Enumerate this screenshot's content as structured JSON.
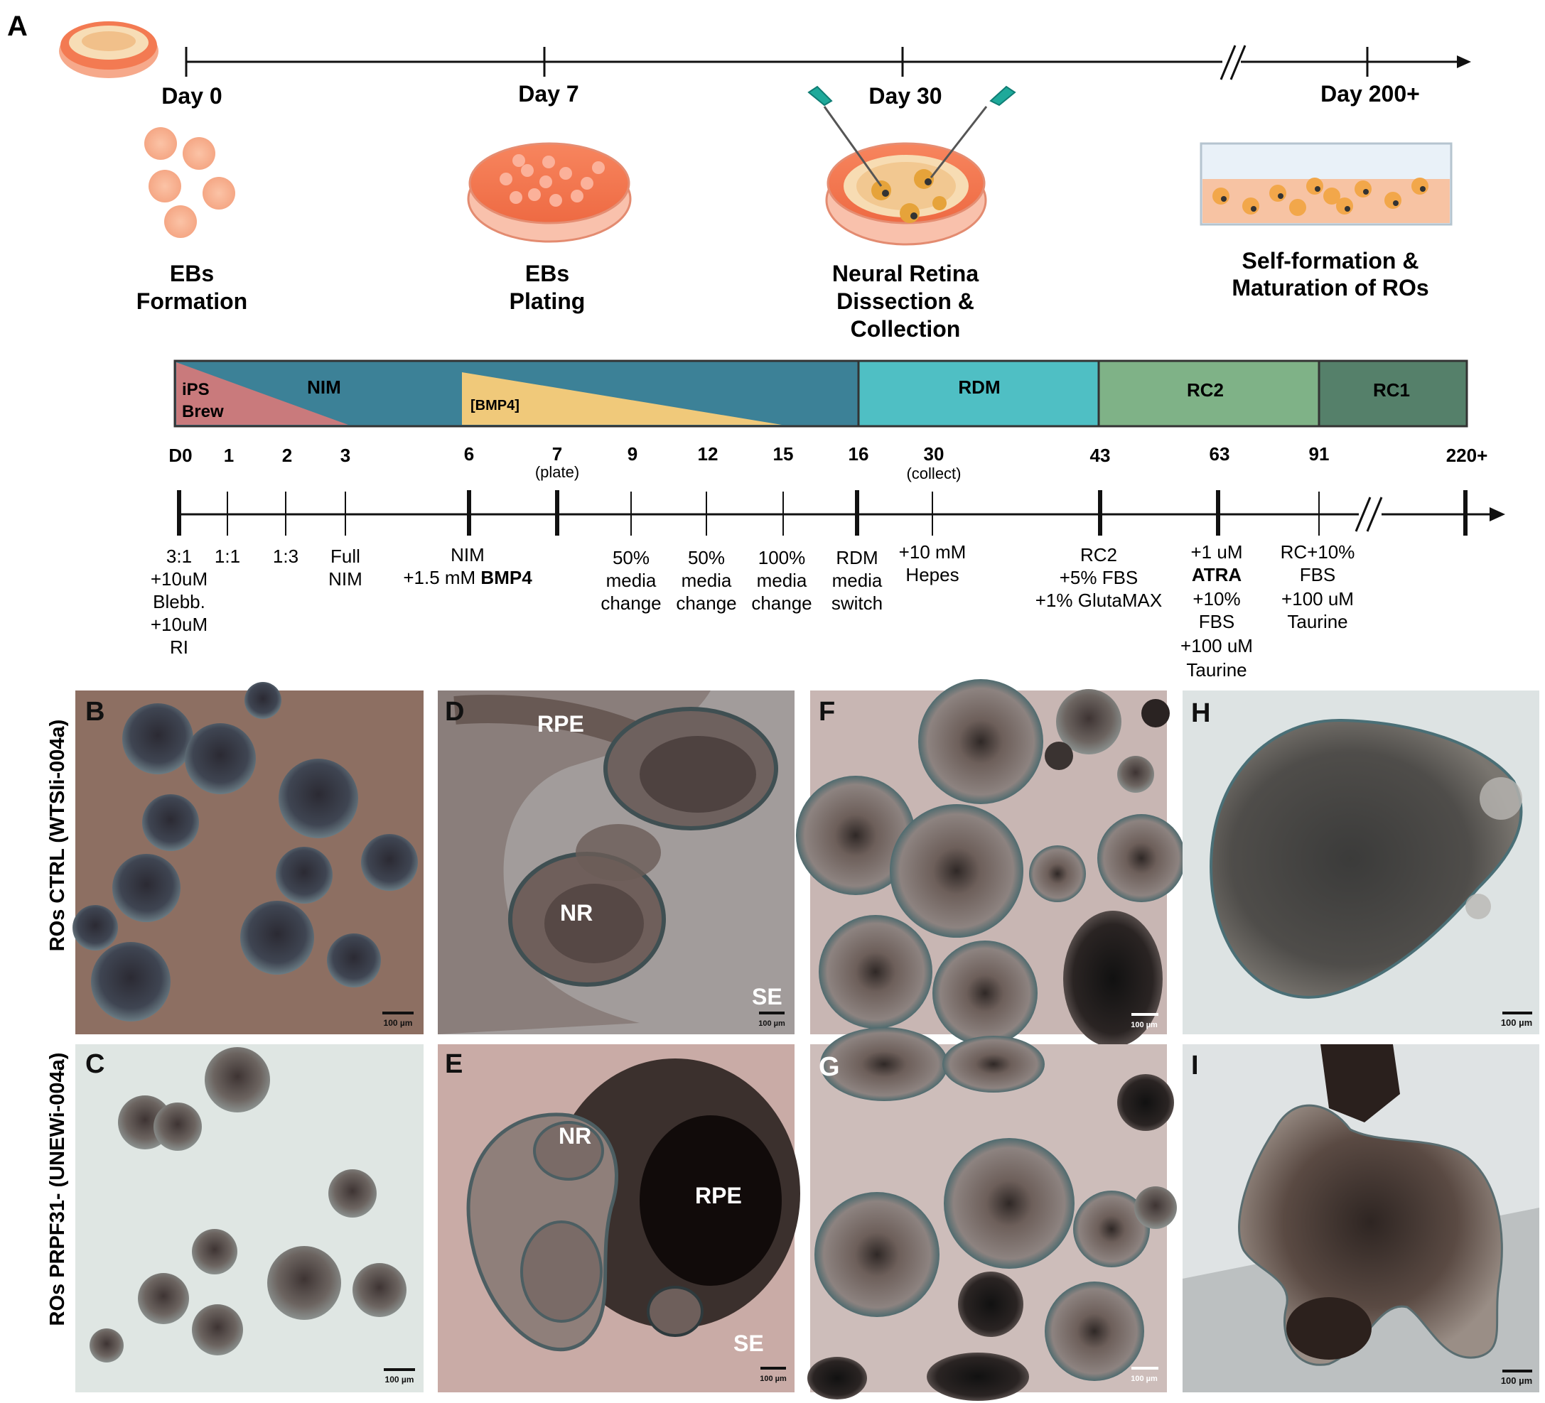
{
  "panel_letter_a": "A",
  "top_timeline": {
    "days": [
      "Day 0",
      "Day 7",
      "Day 30",
      "Day 200+"
    ]
  },
  "stages": [
    {
      "line1": "EBs",
      "line2": "Formation"
    },
    {
      "line1": "EBs",
      "line2": "Plating"
    },
    {
      "line1": "Neural Retina",
      "line2": "Dissection &",
      "line3": "Collection"
    },
    {
      "line1": "Self-formation &",
      "line2": "Maturation of ROs"
    }
  ],
  "media_bar": {
    "ips": {
      "line1": "iPS",
      "line2": "Brew"
    },
    "nim": "NIM",
    "bmp4": "[BMP4]",
    "rdm": "RDM",
    "rc2": "RC2",
    "rc1": "RC1",
    "colors": {
      "ips": "#c97a7c",
      "nim": "#3c8197",
      "bmp4": "#f0c97a",
      "rdm": "#4fbfc4",
      "rc2": "#7fb287",
      "rc1": "#55806a"
    }
  },
  "day_ticks": {
    "labels": [
      "D0",
      "1",
      "2",
      "3",
      "6",
      "7",
      "9",
      "12",
      "15",
      "16",
      "30",
      "43",
      "63",
      "91",
      "220+"
    ],
    "plate_note": "(plate)",
    "collect_note": "(collect)"
  },
  "annotations": {
    "d0": {
      "l1": "3:1",
      "l2": "+10uM",
      "l3": "Blebb.",
      "l4": "+10uM",
      "l5": "RI"
    },
    "d1": "1:1",
    "d2": "1:3",
    "d3": {
      "l1": "Full",
      "l2": "NIM"
    },
    "d6": {
      "l1": "NIM",
      "l2a": "+1.5 mM ",
      "l2b": "BMP4"
    },
    "d9": {
      "l1": "50%",
      "l2": "media",
      "l3": "change"
    },
    "d12": {
      "l1": "50%",
      "l2": "media",
      "l3": "change"
    },
    "d15": {
      "l1": "100%",
      "l2": "media",
      "l3": "change"
    },
    "d16": {
      "l1": "RDM",
      "l2": "media",
      "l3": "switch"
    },
    "d30": {
      "l1": "+10 mM",
      "l2": "Hepes"
    },
    "d43": {
      "l1": "RC2",
      "l2": "+5% FBS",
      "l3": "+1% GlutaMAX"
    },
    "d63": {
      "l1": "+1 uM",
      "l2": "ATRA",
      "l3": "+10%",
      "l4": "FBS",
      "l5": "+100 uM",
      "l6": "Taurine"
    },
    "d91": {
      "l1": "RC+10%",
      "l2": "FBS",
      "l3": "+100 uM",
      "l4": "Taurine"
    }
  },
  "rows": {
    "ctrl": "ROs CTRL (WTSIi-004a)",
    "prpf": "ROs PRPF31-  (UNEWi-004a)"
  },
  "panels": {
    "B": "B",
    "C": "C",
    "D": "D",
    "E": "E",
    "F": "F",
    "G": "G",
    "H": "H",
    "I": "I",
    "rpe": "RPE",
    "nr": "NR",
    "se": "SE",
    "scale": "100 µm",
    "colors": {
      "brown_bg": "#8c6f63",
      "light_bg": "#dfe6e3",
      "pink_bg": "#c7b4b0",
      "dark": "#2a2526"
    }
  }
}
